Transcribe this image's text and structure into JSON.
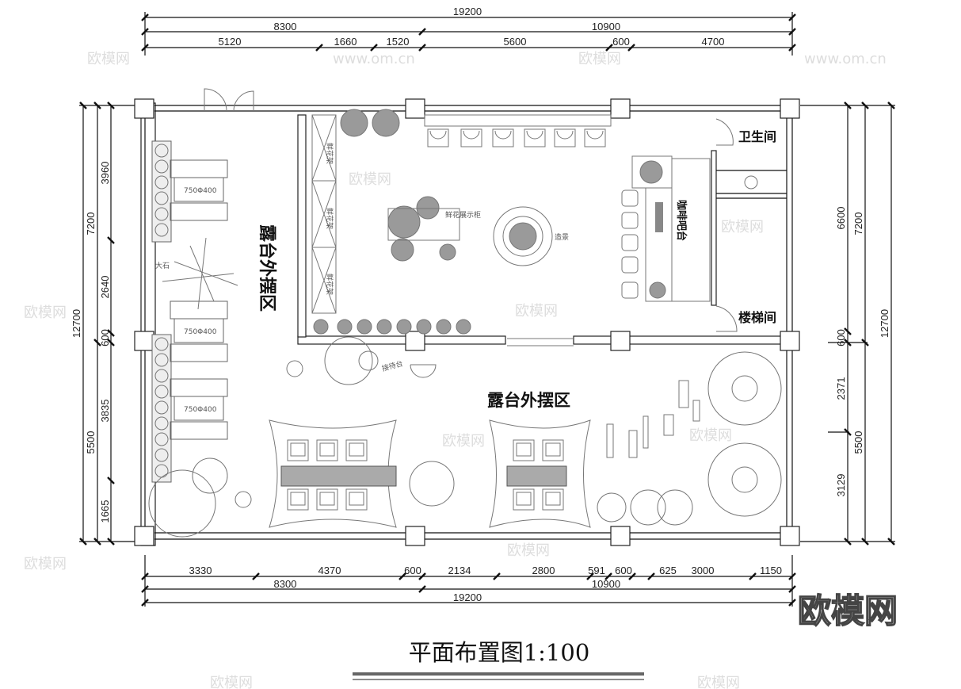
{
  "dimensions": {
    "top": {
      "total": "19200",
      "row2": [
        "8300",
        "10900"
      ],
      "row3": [
        "5120",
        "1660",
        "1520",
        "5600",
        "600",
        "4700"
      ]
    },
    "bottom": {
      "row1": [
        "3330",
        "4370",
        "600",
        "2134",
        "2800",
        "591",
        "600",
        "625",
        "3000",
        "1150"
      ],
      "row2": [
        "8300",
        "10900"
      ],
      "total": "19200"
    },
    "left": {
      "total": "12700",
      "row2": [
        "7200",
        "5500"
      ],
      "row3": [
        "3960",
        "2640",
        "600",
        "3835",
        "1665"
      ]
    },
    "right": {
      "row1": [
        "6600",
        "600",
        "2371",
        "3129"
      ],
      "row2": [
        "7200",
        "5500"
      ],
      "total": "12700"
    }
  },
  "rooms": {
    "terrace_left": "露台外摆区",
    "terrace_bottom": "露台外摆区",
    "toilet": "卫生间",
    "stairs": "楼梯间",
    "coffee_bar": "咖啡吧台",
    "flower_cabinet": "鲜花展示柜",
    "landscape": "造景",
    "rock": "大石",
    "reception": "接待台",
    "flower_rack": "鲜花架",
    "table_size": "750Φ400"
  },
  "title": "平面布置图1:100",
  "watermark": {
    "logo": "欧模网",
    "url": "www.om.cn"
  }
}
